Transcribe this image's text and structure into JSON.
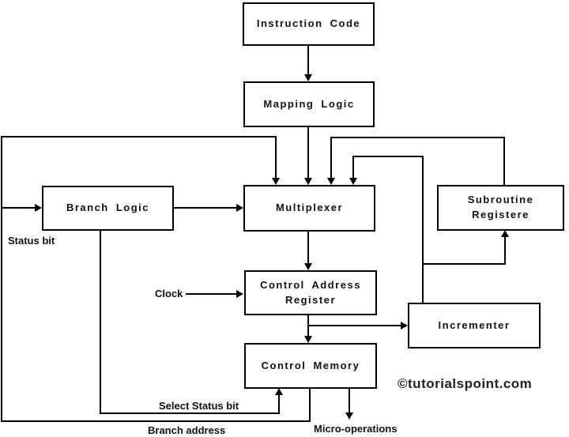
{
  "boxes": {
    "instruction_code": {
      "label": "Instruction Code"
    },
    "mapping_logic": {
      "label": "Mapping Logic"
    },
    "branch_logic": {
      "label": "Branch Logic"
    },
    "multiplexer": {
      "label": "Multiplexer"
    },
    "subroutine_register": {
      "line1": "Subroutine",
      "line2": "Registere"
    },
    "control_address_register": {
      "line1": "Control Address",
      "line2": "Register"
    },
    "incrementer": {
      "label": "Incrementer"
    },
    "control_memory": {
      "label": "Control Memory"
    }
  },
  "labels": {
    "status_bit": "Status bit",
    "clock": "Clock",
    "select_status_bit": "Select Status bit",
    "branch_address": "Branch address",
    "micro_operations": "Micro-operations"
  },
  "watermark": "©tutorialspoint.com",
  "colors": {
    "line": "#000000",
    "background": "#ffffff",
    "text": "#111111"
  }
}
